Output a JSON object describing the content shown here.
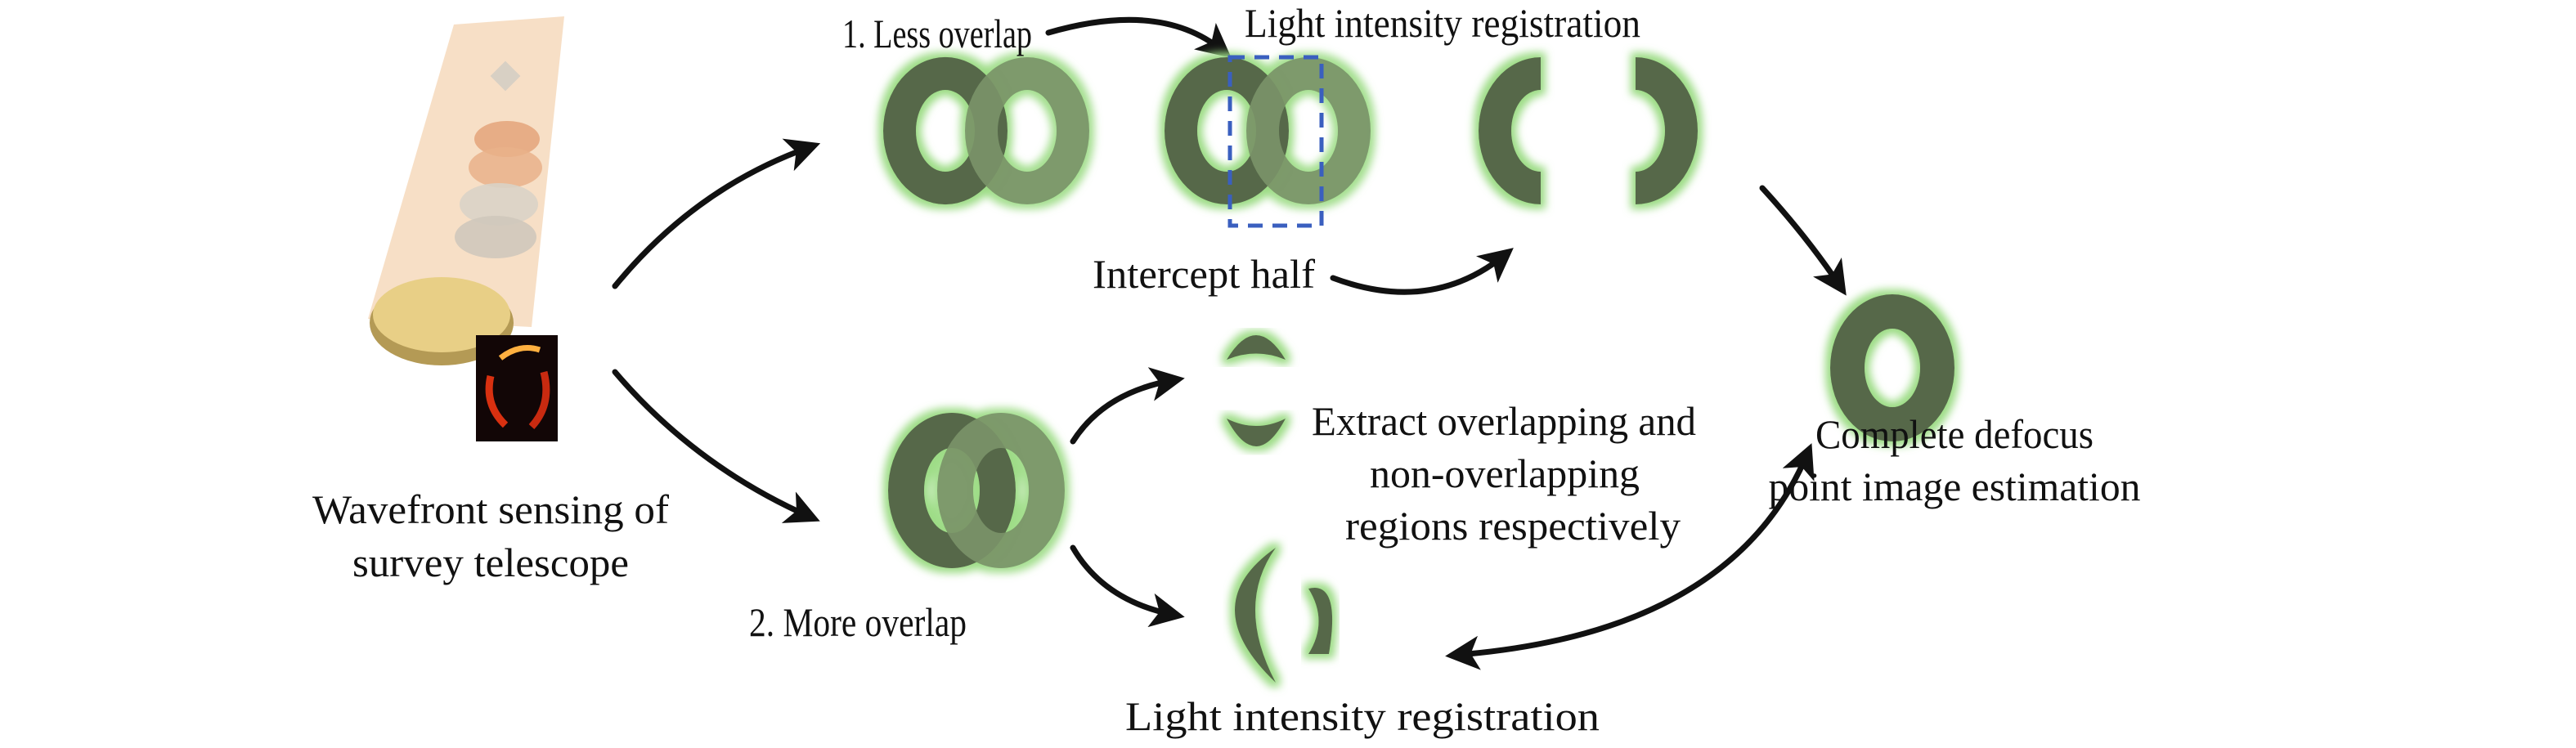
{
  "labels": {
    "wavefront_line1": "Wavefront sensing of",
    "wavefront_line2": "survey telescope",
    "less_overlap": "1. Less overlap",
    "more_overlap": "2. More overlap",
    "registration_top": "Light intensity registration",
    "intercept_half": "Intercept half",
    "extract_line1": "Extract overlapping and",
    "extract_line2": "non-overlapping",
    "extract_line3": "regions respectively",
    "registration_bottom": "Light intensity registration",
    "complete_line1": "Complete defocus",
    "complete_line2": "point image estimation"
  },
  "colors": {
    "ring_dark": "#56684a",
    "ring_light": "#7a9268",
    "glow": "#9ddc86",
    "dashed_box": "#3a5fbf",
    "beam": "#f6dcc0"
  }
}
